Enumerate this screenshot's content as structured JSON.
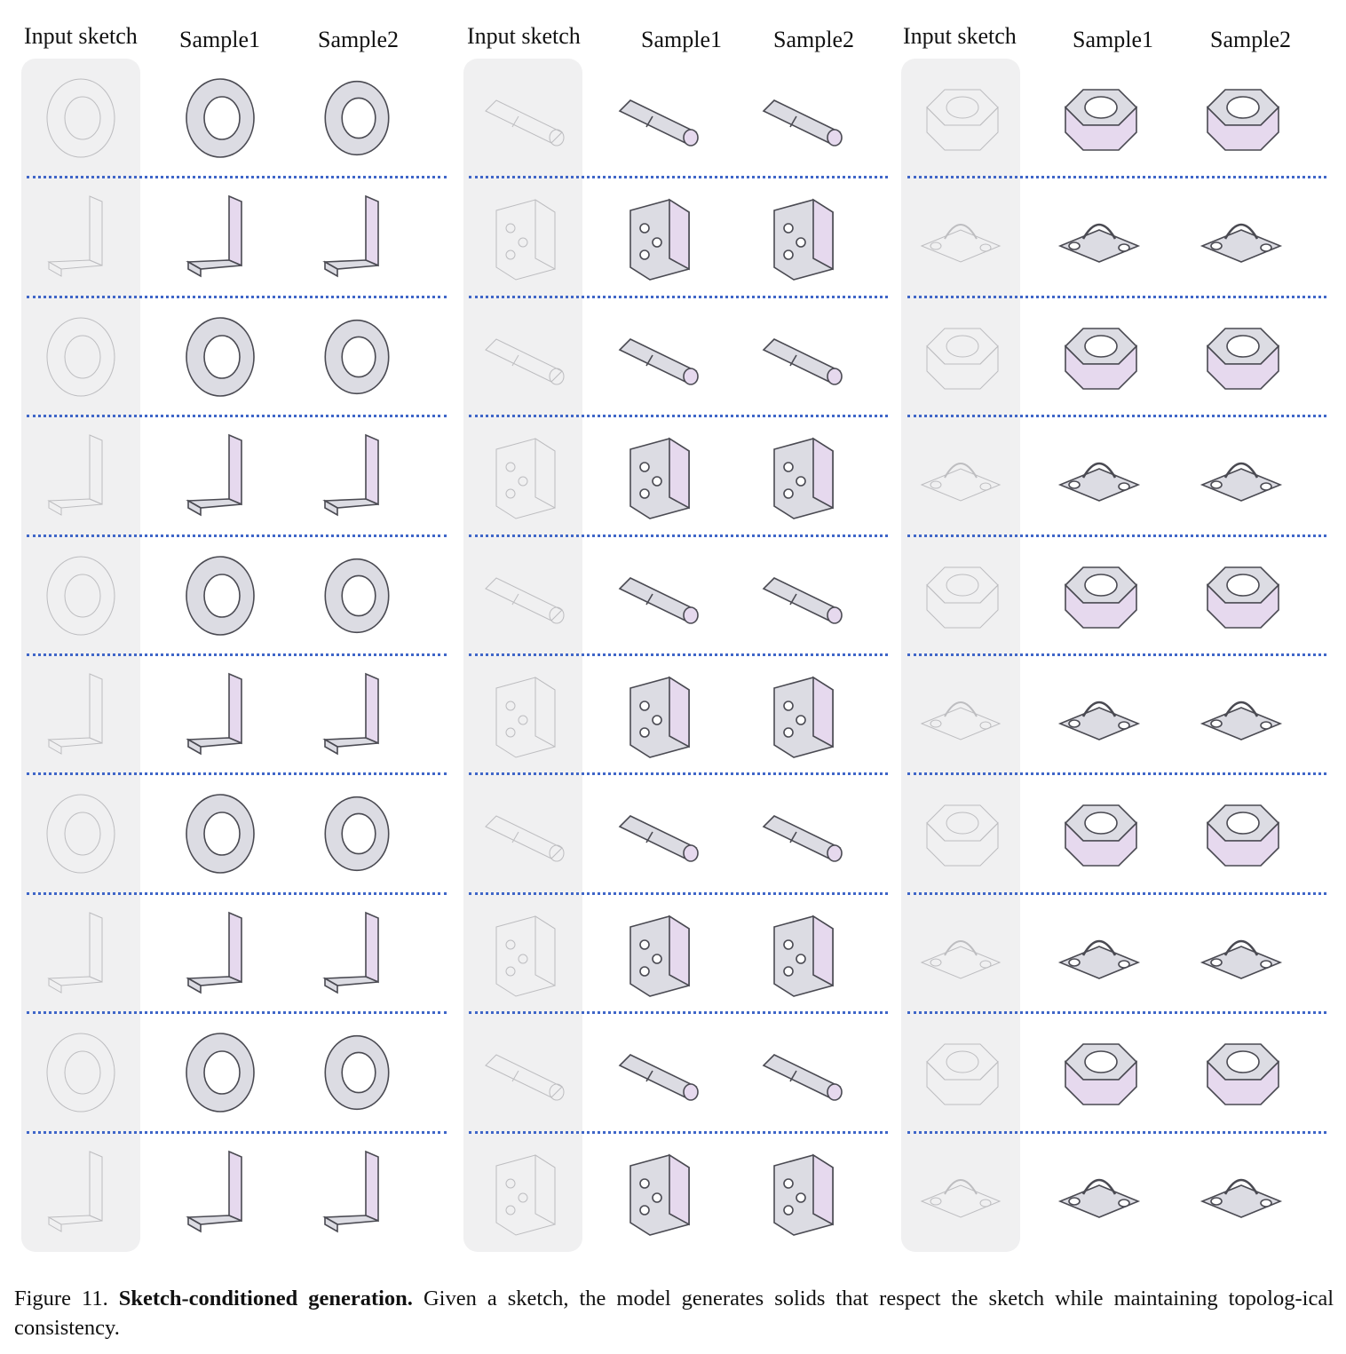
{
  "headers": {
    "group1": {
      "input": "Input sketch",
      "sample1": "Sample1",
      "sample2": "Sample2"
    },
    "group2": {
      "input": "Input sketch",
      "sample1": "Sample1",
      "sample2": "Sample2"
    },
    "group3": {
      "input": "Input sketch",
      "sample1": "Sample1",
      "sample2": "Sample2"
    }
  },
  "caption": {
    "prefix": "Figure 11. ",
    "bold": "Sketch-conditioned generation.",
    "text": " Given a sketch, the model generates solids that respect the sketch while maintaining topolog-ical consistency."
  },
  "colors": {
    "separator": "#3f66c8",
    "sketch_panel": "#f0f0f1",
    "sketch_line": "#bdbdc0",
    "solid_fill": "#dcdce3",
    "solid_edge": "#4a4a52",
    "solid_tint": "#e6d9ee"
  },
  "rows": [
    [
      "split-washer-icon",
      "socket-cap-screw-icon",
      "flange-nut-icon"
    ],
    [
      "dowel-pin-icon",
      "h-plate-icon",
      "round-flange-icon"
    ],
    [
      "hex-nut-icon",
      "t-beam-icon",
      "circlip-icon"
    ],
    [
      "thin-hex-nut-icon",
      "l-bracket-icon",
      "cross-pin-icon"
    ],
    [
      "square-tube-icon",
      "z-bracket-icon",
      "saddle-clip-icon"
    ],
    [
      "bolt-flange-icon",
      "rounded-bar-icon",
      "double-saddle-clip-icon"
    ],
    [
      "square-flange-icon",
      "pan-head-screw-icon",
      "cross-fitting-icon"
    ],
    [
      "twin-eye-shackle-icon",
      "perforated-block-icon",
      "pipe-clamp-icon"
    ],
    [
      "elbow-pipe-icon",
      "rod-end-block-icon",
      "lock-washer-icon"
    ],
    [
      "ring-flange-icon",
      "slotted-screw-icon",
      "t-slot-rail-icon"
    ]
  ]
}
